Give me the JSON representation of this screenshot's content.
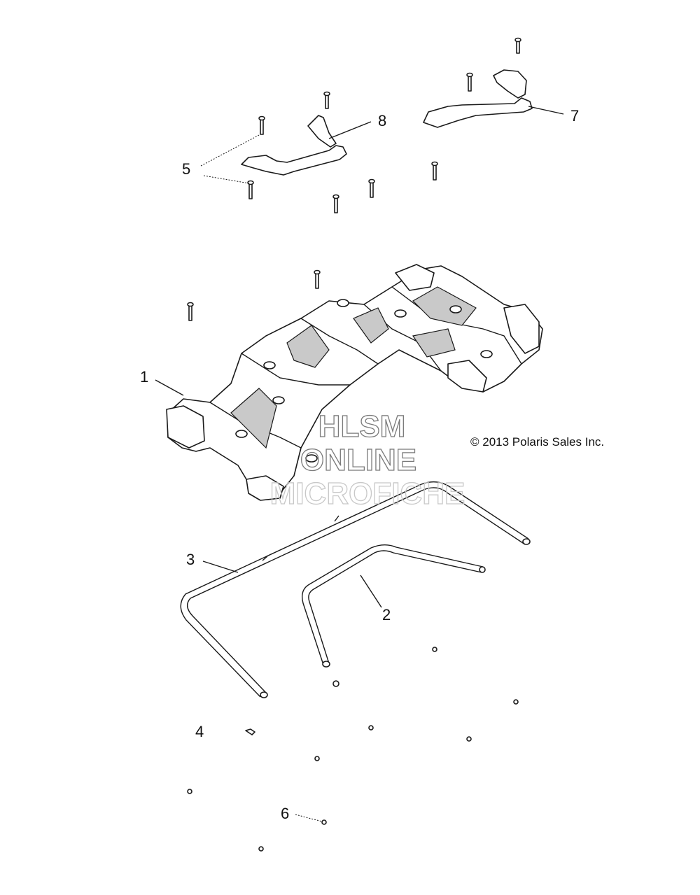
{
  "callouts": {
    "c1": "1",
    "c2": "2",
    "c3": "3",
    "c4": "4",
    "c5": "5",
    "c6": "6",
    "c7": "7",
    "c8": "8"
  },
  "copyright": "© 2013 Polaris Sales Inc.",
  "watermark": {
    "line1": "HLSM",
    "line2": "ONLINE",
    "line3": "MICROFICHE"
  },
  "icons": {
    "main_rack": "rack-frame-icon",
    "tube_front": "bent-tube-icon",
    "tube_rear": "bent-tube-icon",
    "bracket_left": "clamp-bracket-icon",
    "bracket_right": "clamp-bracket-icon",
    "fastener": "bolt-icon",
    "nut": "nut-icon"
  }
}
